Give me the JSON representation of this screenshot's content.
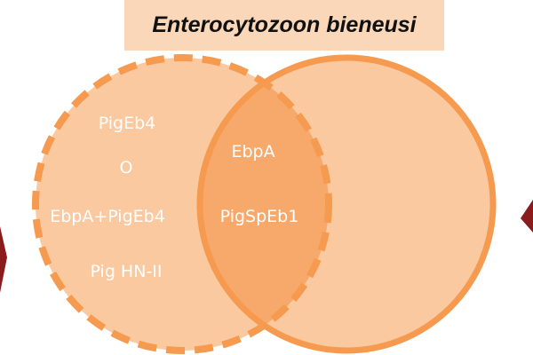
{
  "title": "Enterocytozoon bieneusi",
  "left_only": [
    "PigEb4",
    "O",
    "EbpA+PigEb4",
    "Pig HN-II"
  ],
  "overlap": [
    "EbpA",
    "PigSpEb1"
  ],
  "colors": {
    "fill": "#fbc9a0",
    "overlap": "#f7a96c",
    "stroke": "#f59a4f",
    "arrow": "#8b1c1c",
    "title_bg": "#fad7b8"
  }
}
